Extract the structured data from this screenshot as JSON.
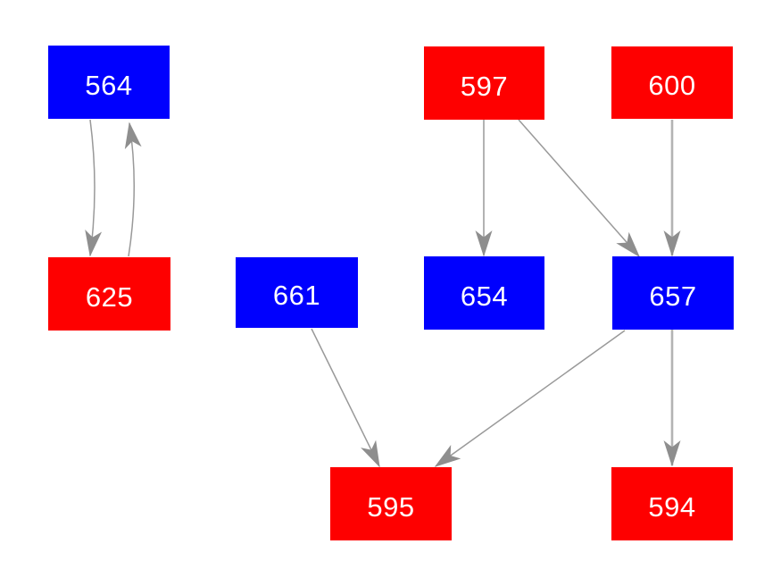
{
  "diagram": {
    "kind": "directed-graph",
    "colors": {
      "background": "#ffffff",
      "blue": "#0000fe",
      "red": "#fe0000",
      "edge_line": "#999999",
      "edge_line_light": "#b3b3b3",
      "arrowhead": "#8e8e8e",
      "label_text": "#ffffff"
    },
    "nodes": [
      {
        "id": "564",
        "label": "564",
        "color": "blue"
      },
      {
        "id": "597",
        "label": "597",
        "color": "red"
      },
      {
        "id": "600",
        "label": "600",
        "color": "red"
      },
      {
        "id": "625",
        "label": "625",
        "color": "red"
      },
      {
        "id": "661",
        "label": "661",
        "color": "blue"
      },
      {
        "id": "654",
        "label": "654",
        "color": "blue"
      },
      {
        "id": "657",
        "label": "657",
        "color": "blue"
      },
      {
        "id": "595",
        "label": "595",
        "color": "red"
      },
      {
        "id": "594",
        "label": "594",
        "color": "red"
      }
    ],
    "edges": [
      {
        "from": "564",
        "to": "625"
      },
      {
        "from": "625",
        "to": "564"
      },
      {
        "from": "597",
        "to": "654"
      },
      {
        "from": "597",
        "to": "657"
      },
      {
        "from": "600",
        "to": "657"
      },
      {
        "from": "661",
        "to": "595"
      },
      {
        "from": "657",
        "to": "595"
      },
      {
        "from": "657",
        "to": "594"
      }
    ]
  }
}
